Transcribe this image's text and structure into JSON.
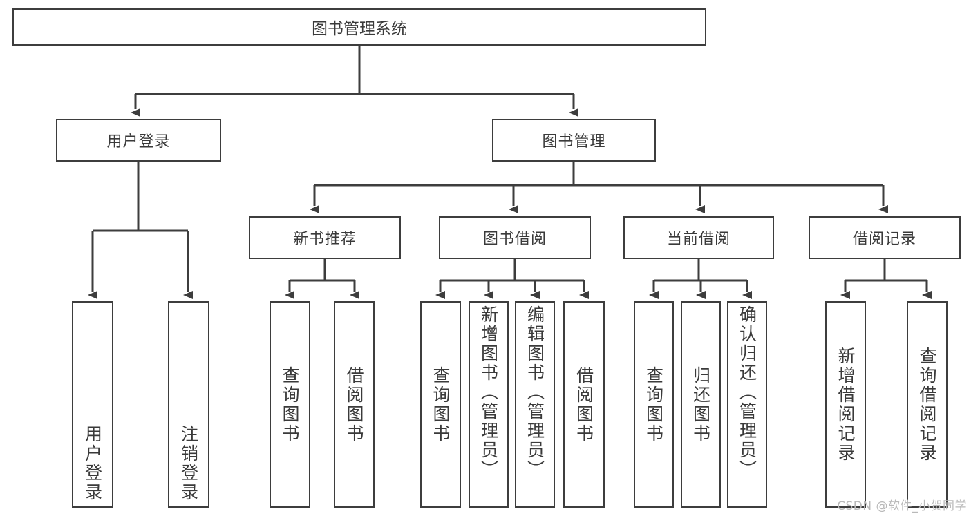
{
  "diagram": {
    "type": "tree",
    "title": "图书管理系统",
    "root": {
      "label": "图书管理系统"
    },
    "level1": [
      {
        "label": "用户登录"
      },
      {
        "label": "图书管理"
      }
    ],
    "level2": [
      {
        "label": "新书推荐"
      },
      {
        "label": "图书借阅"
      },
      {
        "label": "当前借阅"
      },
      {
        "label": "借阅记录"
      }
    ],
    "leaves": {
      "user_login": [
        {
          "label": "用户登录"
        },
        {
          "label": "注销登录"
        }
      ],
      "new_book_recommend": [
        {
          "label": "查询图书"
        },
        {
          "label": "借阅图书"
        }
      ],
      "book_borrow": [
        {
          "label": "查询图书"
        },
        {
          "label": "新增图书（管理员）"
        },
        {
          "label": "编辑图书（管理员）"
        },
        {
          "label": "借阅图书"
        }
      ],
      "current_borrow": [
        {
          "label": "查询图书"
        },
        {
          "label": "归还图书"
        },
        {
          "label": "确认归还（管理员）"
        }
      ],
      "borrow_record": [
        {
          "label": "新增借阅记录"
        },
        {
          "label": "查询借阅记录"
        }
      ]
    }
  },
  "watermark": {
    "text": "CSDN @软件_小贺同学"
  },
  "colors": {
    "stroke": "#3d3d3d",
    "text": "#3a3a3a",
    "background": "#ffffff",
    "watermark": "#b9b9b9"
  }
}
